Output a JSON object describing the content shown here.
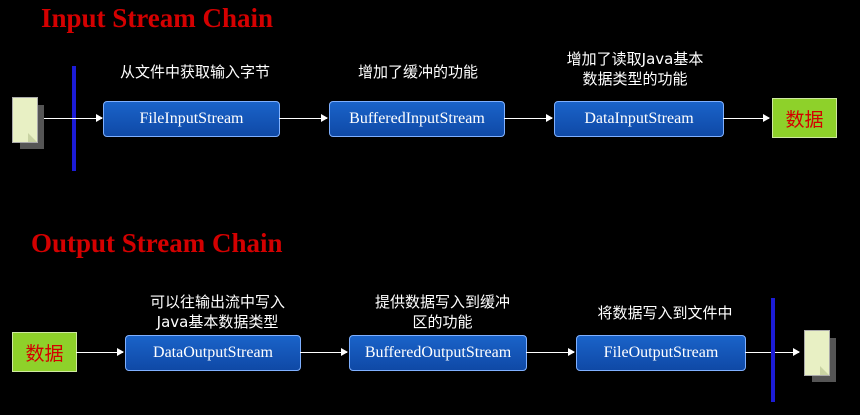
{
  "input_chain": {
    "title": "Input Stream Chain",
    "captions": [
      "从文件中获取输入字节",
      "增加了缓冲的功能",
      "增加了读取Java基本\n数据类型的功能"
    ],
    "boxes": [
      "FileInputStream",
      "BufferedInputStream",
      "DataInputStream"
    ],
    "data_label": "数据"
  },
  "output_chain": {
    "title": "Output Stream Chain",
    "captions": [
      "可以往输出流中写入\nJava基本数据类型",
      "提供数据写入到缓冲\n区的功能",
      "将数据写入到文件中"
    ],
    "boxes": [
      "DataOutputStream",
      "BufferedOutputStream",
      "FileOutputStream"
    ],
    "data_label": "数据"
  },
  "colors": {
    "title": "#d40000",
    "box": "#1a63c9",
    "data_box": "#8ed12a",
    "bar": "#1c1cd6"
  },
  "icons": [
    "document-icon"
  ]
}
